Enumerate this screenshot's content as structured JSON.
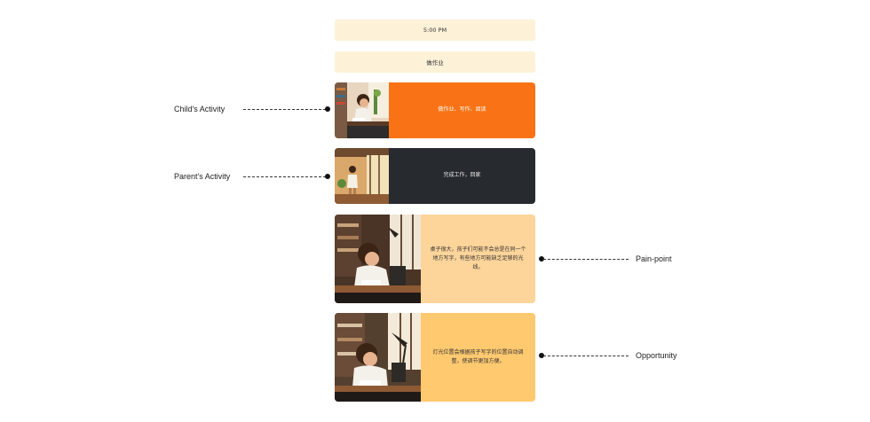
{
  "timeline": {
    "time": "5:00 PM",
    "activity": "做作业"
  },
  "cards": [
    {
      "text": "做作业、写作、阅读",
      "bg": "#f97316",
      "text_color": "#ffffff"
    },
    {
      "text": "完成工作，回家",
      "bg": "#272b30",
      "text_color": "#e9e9e9"
    },
    {
      "text": "桌子很大，孩子们可能不会总是在同一个地方写字，有些地方可能缺乏足够的光线。",
      "bg": "#fdd49a",
      "text_color": "#333333"
    },
    {
      "text": "灯光位置会根据孩子写字的位置自动调整，使调节更加方便。",
      "bg": "#ffc970",
      "text_color": "#333333"
    }
  ],
  "labels": {
    "child_activity": "Child's Activity",
    "parent_activity": "Parent's Activity",
    "pain_point": "Pain-point",
    "opportunity": "Opportunity"
  },
  "colors": {
    "pill_bg": "#fdf2d8",
    "connector": "#333333"
  },
  "icons": [
    "child-studying-illustration",
    "parent-returning-illustration",
    "child-at-desk-illustration",
    "child-with-lamp-illustration"
  ]
}
